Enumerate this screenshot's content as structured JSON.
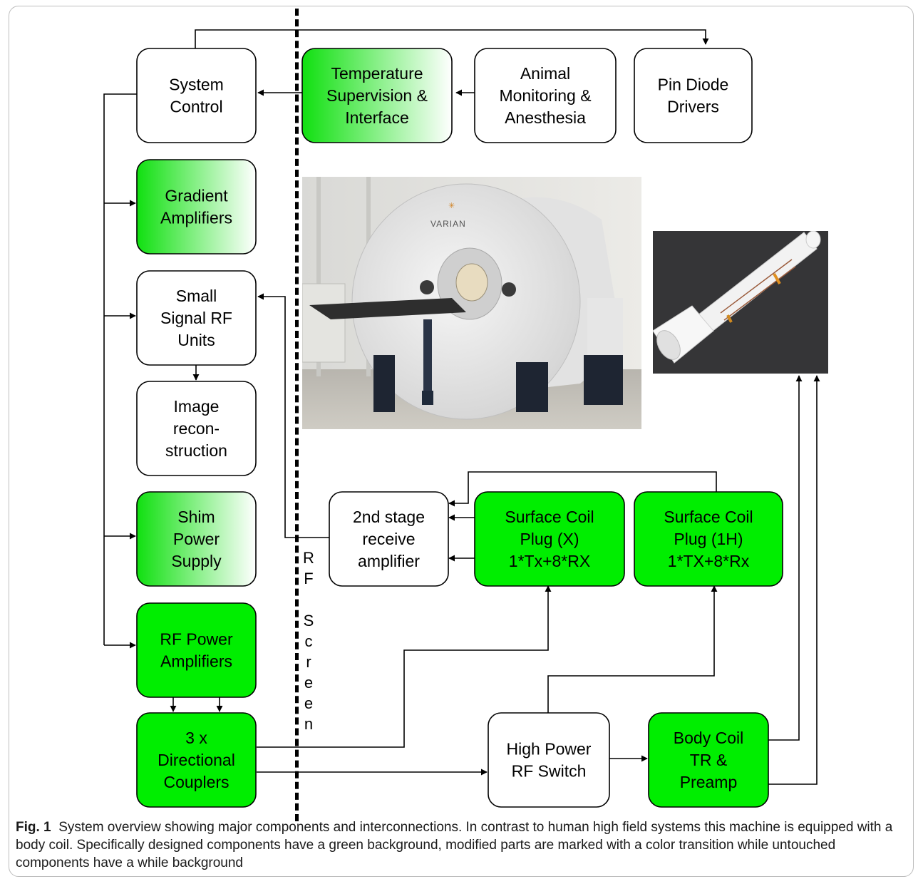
{
  "blocks": {
    "system_control": "System\nControl",
    "temp_supervision": "Temperature\nSupervision &\nInterface",
    "animal_monitoring": "Animal\nMonitoring &\nAnesthesia",
    "pin_diode": "Pin Diode\nDrivers",
    "gradient_amp": "Gradient\nAmplifiers",
    "small_signal": "Small\nSignal RF\nUnits",
    "image_recon": "Image\nrecon-\nstruction",
    "shim_power": "Shim\nPower\nSupply",
    "rf_power_amp": "RF Power\nAmplifiers",
    "dir_couplers": "3 x\nDirectional\nCouplers",
    "second_stage": "2nd stage\nreceive\namplifier",
    "surface_coil_x": "Surface Coil\nPlug (X)\n1*Tx+8*RX",
    "surface_coil_1h": "Surface Coil\nPlug (1H)\n1*TX+8*Rx",
    "hp_rf_switch": "High Power\nRF Switch",
    "body_coil": "Body Coil\nTR &\nPreamp"
  },
  "rf_screen_label": [
    "R",
    "F",
    "",
    "S",
    "c",
    "r",
    "e",
    "e",
    "n"
  ],
  "scanner_brand": "VARIAN",
  "caption": {
    "label": "Fig. 1",
    "text": "System overview showing major components and interconnections. In contrast to human high field systems this machine is equipped with a body coil. Specifically designed components have a green background, modified parts are marked with a color transition while untouched components have a while background"
  },
  "colors": {
    "designed": "#00ee00",
    "modified_gradient_start": "#10e010",
    "untouched": "#ffffff"
  }
}
